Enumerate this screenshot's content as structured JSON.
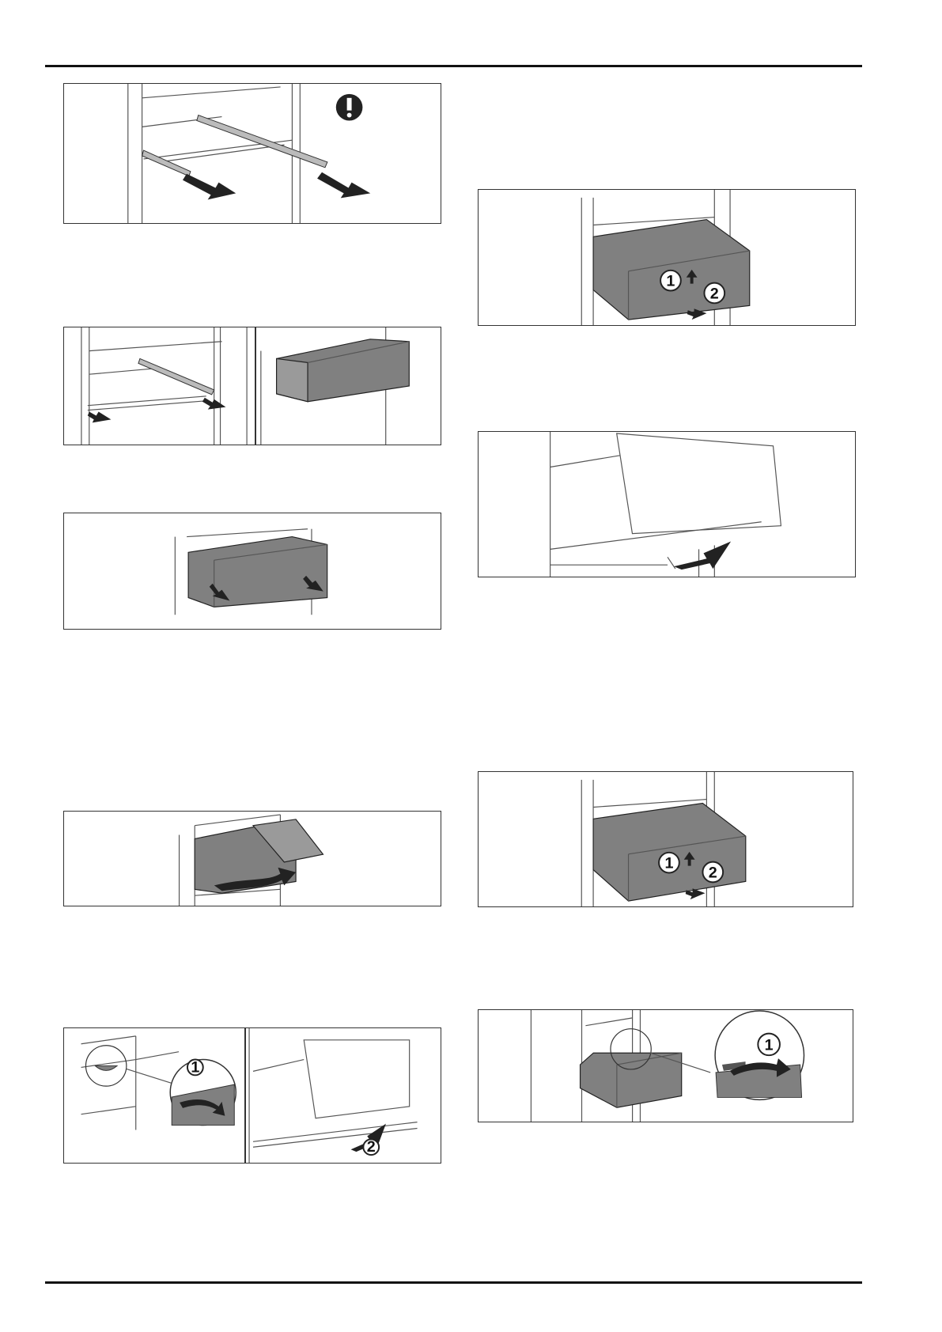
{
  "figures": {
    "drawer_rails": {
      "warning_icon": "exclamation-icon"
    },
    "drawer_remove_right": {
      "step_1": "1",
      "step_2": "2"
    },
    "drawer_remove_lower_right": {
      "step_1": "1",
      "step_2": "2"
    },
    "release_catch_left": {
      "step_1": "1",
      "step_2": "2"
    },
    "release_catch_right": {
      "step_1": "1"
    }
  }
}
